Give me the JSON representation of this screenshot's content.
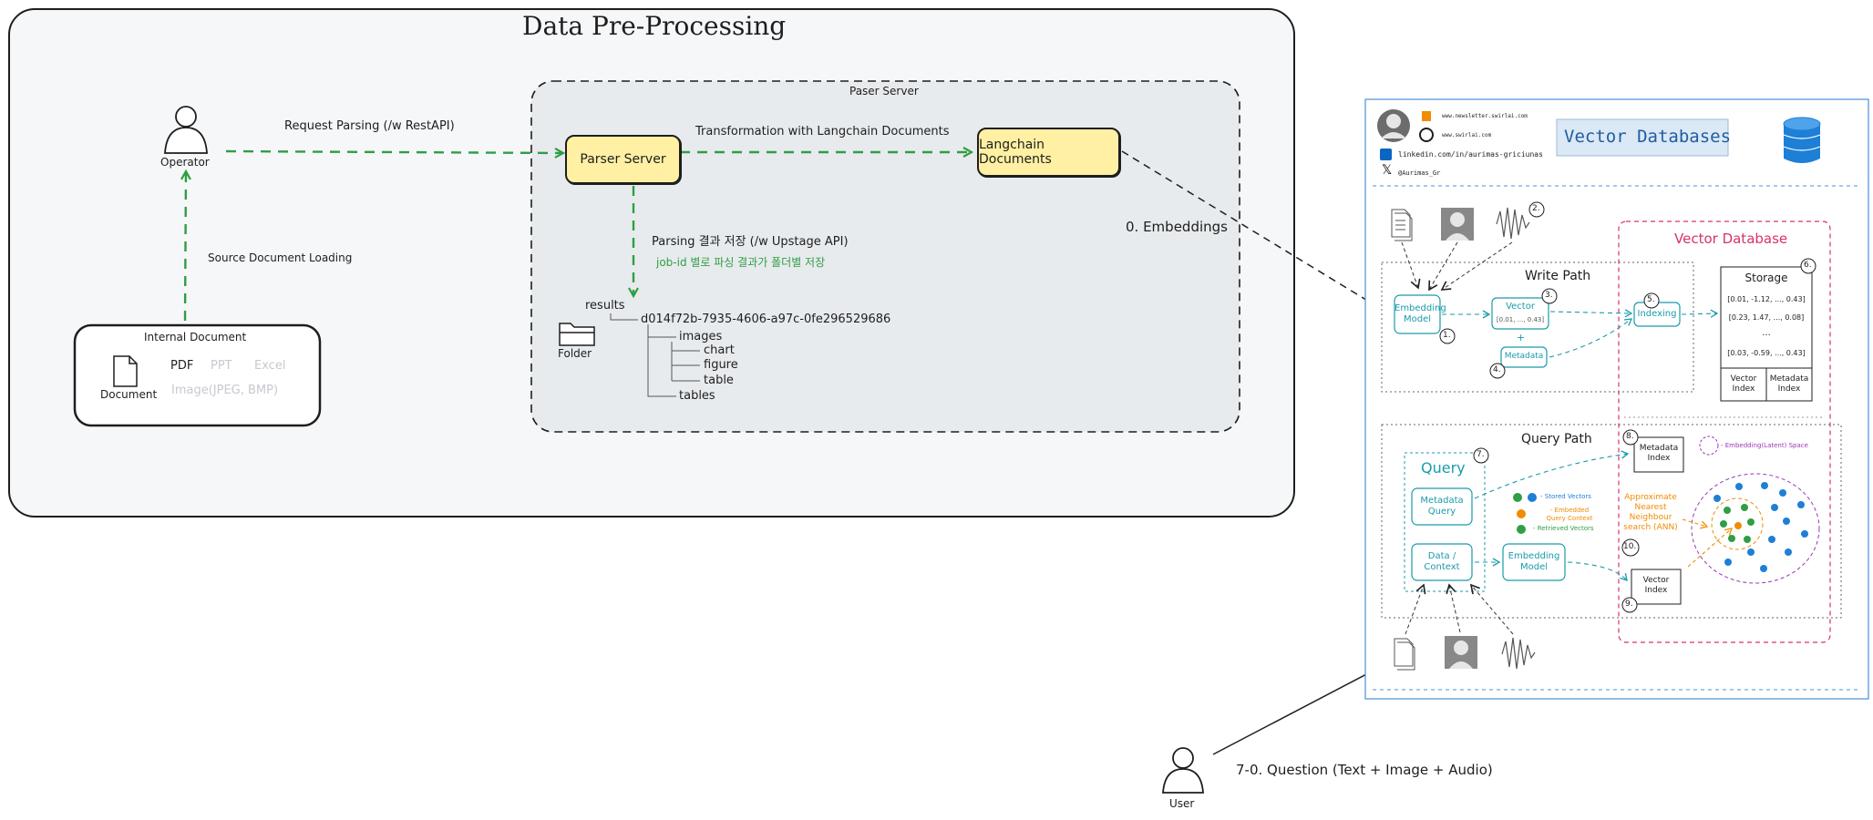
{
  "preprocessing": {
    "title": "Data Pre-Processing",
    "operator_label": "Operator",
    "request_label": "Request Parsing (/w RestAPI)",
    "source_loading_label": "Source Document Loading",
    "internal_doc": {
      "title": "Internal Document",
      "doc_label": "Document",
      "formats_active": "PDF",
      "formats_inactive_1": "PPT",
      "formats_inactive_2": "Excel",
      "formats_inactive_3": "Image(JPEG, BMP)"
    },
    "parser_group_title": "Paser Server",
    "parser_server": "Parser Server",
    "transformation_label": "Transformation with Langchain Documents",
    "langchain_docs": "Langchain Documents",
    "parsing_save_label": "Parsing 결과 저장 (/w Upstage API)",
    "jobid_note": "job-id 별로 파싱 결과가 폴더별 저장",
    "folder_label": "Folder",
    "tree": {
      "root": "results",
      "id": "d014f72b-7935-4606-a97c-0fe296529686",
      "images": "images",
      "chart": "chart",
      "figure": "figure",
      "table": "table",
      "tables": "tables"
    },
    "embeddings_label": "0. Embeddings",
    "user_label": "User",
    "question_label": "7-0. Question (Text + Image + Audio)"
  },
  "vector_panel": {
    "links": {
      "newsletter": "www.newsletter.swirlai.com",
      "site": "www.swirlai.com",
      "linkedin": "linkedin.com/in/aurimas-griciunas",
      "x": "@Aurimas_Gr"
    },
    "title": "Vector Databases",
    "write_path": "Write Path",
    "query_path": "Query Path",
    "vector_database": "Vector Database",
    "embedding_model": "Embedding Model",
    "vector": "Vector",
    "vector_values": "[0.01, ..., 0.43]",
    "plus": "+",
    "metadata": "Metadata",
    "indexing": "Indexing",
    "storage": "Storage",
    "storage_rows": [
      "[0.01, -1.12, ..., 0.43]",
      "[0.23, 1.47, ..., 0.08]",
      "...",
      "[0.03, -0.59, ..., 0.43]"
    ],
    "vector_index": "Vector Index",
    "metadata_index": "Metadata Index",
    "query": "Query",
    "metadata_query": "Metadata Query",
    "data_context": "Data / Context",
    "embedding_model_q": "Embedding Model",
    "legend_stored": "- Stored Vectors",
    "legend_query": "- Embedded Query Context",
    "legend_retrieved": "- Retrieved Vectors",
    "legend_space": "- Embedding(Latent) Space",
    "ann_label": "Approximate Nearest Neighbour search (ANN)",
    "nums": [
      "1.",
      "2.",
      "3.",
      "4.",
      "5.",
      "6.",
      "7.",
      "8.",
      "9.",
      "10."
    ],
    "colors": {
      "teal": "#1a9bab",
      "pink": "#d6336c",
      "blue": "#1e7fd6",
      "green": "#2f9e44",
      "orange": "#f08c00",
      "purple": "#9c36b5"
    }
  }
}
